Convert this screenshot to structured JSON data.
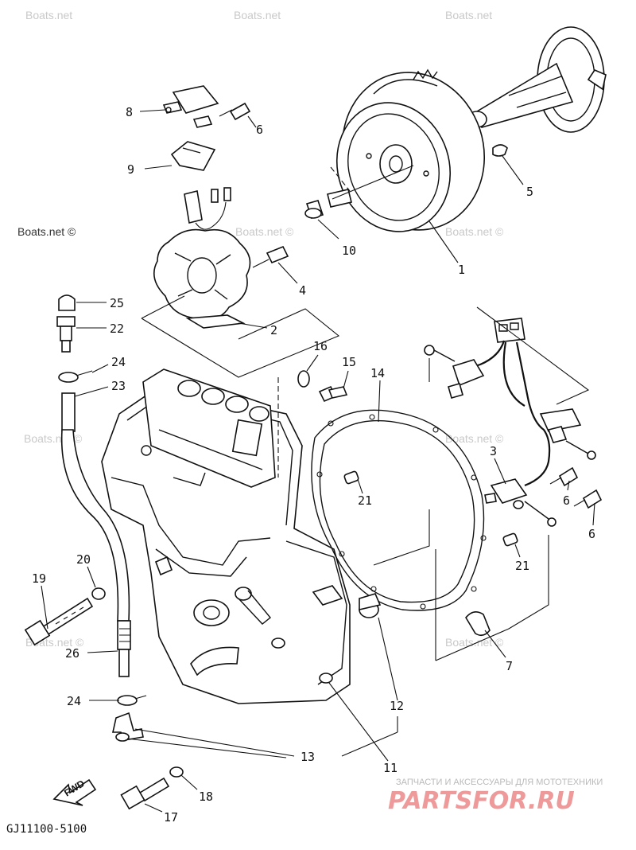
{
  "diagram": {
    "drawing_code": "GJ11100-5100",
    "fwd_label": "FWD",
    "watermarks": [
      "Boats.net",
      "Boats.net",
      "Boats.net",
      "Boats.net ©",
      "Boats.net ©",
      "Boats.net ©",
      "Boats.net ©",
      "Boats.net ©",
      "Boats.net ©",
      "Boats.net ©"
    ],
    "brand_subtitle": "ЗАПЧАСТИ И АКСЕССУАРЫ ДЛЯ МОТОТЕХНИКИ",
    "brand_name": "PARTSFOR.RU",
    "callouts": [
      {
        "id": "c8",
        "text": "8"
      },
      {
        "id": "c6a",
        "text": "6"
      },
      {
        "id": "c9",
        "text": "9"
      },
      {
        "id": "c5",
        "text": "5"
      },
      {
        "id": "c10",
        "text": "10"
      },
      {
        "id": "c1",
        "text": "1"
      },
      {
        "id": "c4",
        "text": "4"
      },
      {
        "id": "c25",
        "text": "25"
      },
      {
        "id": "c22",
        "text": "22"
      },
      {
        "id": "c2",
        "text": "2"
      },
      {
        "id": "c16",
        "text": "16"
      },
      {
        "id": "c15",
        "text": "15"
      },
      {
        "id": "c14",
        "text": "14"
      },
      {
        "id": "c24a",
        "text": "24"
      },
      {
        "id": "c23",
        "text": "23"
      },
      {
        "id": "c3",
        "text": "3"
      },
      {
        "id": "c21a",
        "text": "21"
      },
      {
        "id": "c6b",
        "text": "6"
      },
      {
        "id": "c6c",
        "text": "6"
      },
      {
        "id": "c21b",
        "text": "21"
      },
      {
        "id": "c20",
        "text": "20"
      },
      {
        "id": "c19",
        "text": "19"
      },
      {
        "id": "c7",
        "text": "7"
      },
      {
        "id": "c26",
        "text": "26"
      },
      {
        "id": "c24b",
        "text": "24"
      },
      {
        "id": "c12",
        "text": "12"
      },
      {
        "id": "c13",
        "text": "13"
      },
      {
        "id": "c11",
        "text": "11"
      },
      {
        "id": "c18",
        "text": "18"
      },
      {
        "id": "c17",
        "text": "17"
      }
    ]
  }
}
